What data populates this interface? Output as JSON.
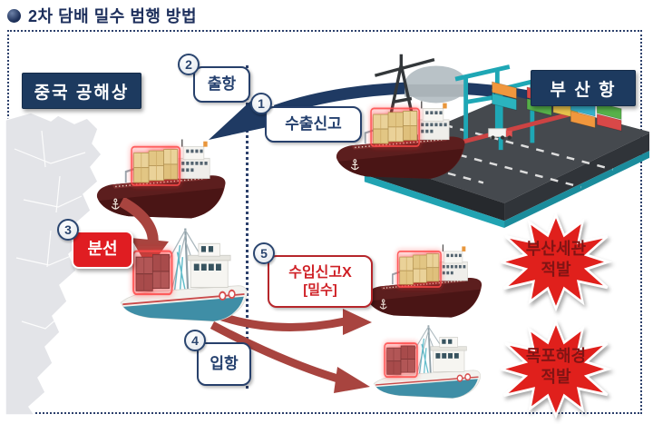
{
  "title": {
    "text": "2차 담배 밀수 범행 방법"
  },
  "regions": {
    "china_open_sea": "중국 공해상",
    "busan_port": "부 산 항"
  },
  "steps": {
    "s1": {
      "num": "1",
      "label": "수출신고"
    },
    "s2": {
      "num": "2",
      "label": "출항"
    },
    "s3": {
      "num": "3",
      "label": "분선"
    },
    "s4": {
      "num": "4",
      "label": "입항"
    },
    "s5": {
      "num": "5",
      "label_line1": "수입신고X",
      "label_line2": "[밀수]"
    }
  },
  "alerts": {
    "busan_customs": {
      "line1": "부산세관",
      "line2": "적발"
    },
    "mokpo_coastguard": {
      "line1": "목포해경",
      "line2": "적발"
    }
  },
  "illustrations": {
    "map": "china-map-silhouette",
    "port": "busan-container-port",
    "cargo_ship": "cargo-ship",
    "fishing_boat": "fishing-boat"
  },
  "colors": {
    "navy": "#1F3A63",
    "label_navy": "#1D3A5F",
    "red": "#E01D22",
    "brick_arrow": "#A8443F",
    "ship_hull": "#5C1E1E",
    "teal": "#21A3B2",
    "starburst_fill": "#E0201C",
    "starburst_text": "#811414"
  }
}
